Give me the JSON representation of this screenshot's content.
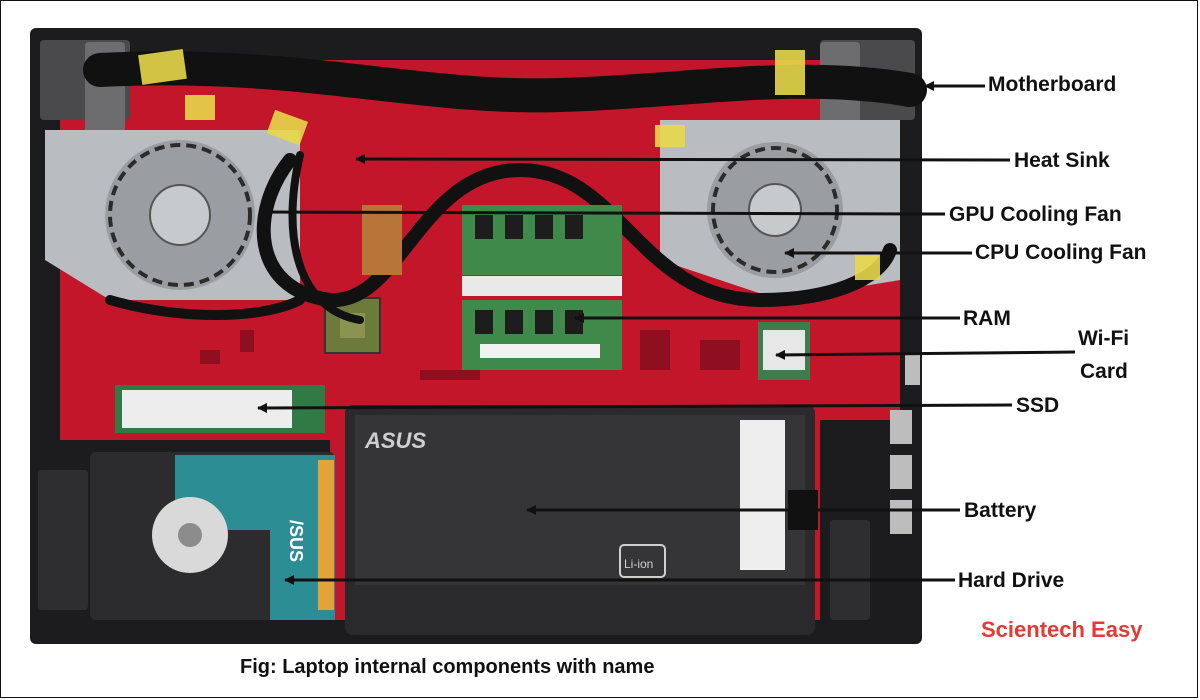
{
  "labels": {
    "motherboard": "Motherboard",
    "heat_sink": "Heat Sink",
    "gpu_fan": "GPU Cooling Fan",
    "cpu_fan": "CPU Cooling Fan",
    "ram": "RAM",
    "wifi_line1": "Wi-Fi",
    "wifi_line2": "Card",
    "ssd": "SSD",
    "battery": "Battery",
    "hard_drive": "Hard Drive"
  },
  "component_text": {
    "battery_brand": "ASUS",
    "battery_cert": "Li-ion",
    "hdd_brand": "/SUS"
  },
  "brand": "Scientech Easy",
  "caption": "Fig: Laptop internal components with name",
  "colors": {
    "board_red": "#c4162b",
    "chassis": "#1c1c1e",
    "fan_gray": "#b9bcc0",
    "ram_green": "#3f8a4a",
    "ssd_green": "#2f7a45",
    "hdd_teal": "#2c8d95",
    "battery_dark": "#2a2a2c",
    "tape_yellow": "#e8d84a",
    "brand_red": "#e53935"
  }
}
